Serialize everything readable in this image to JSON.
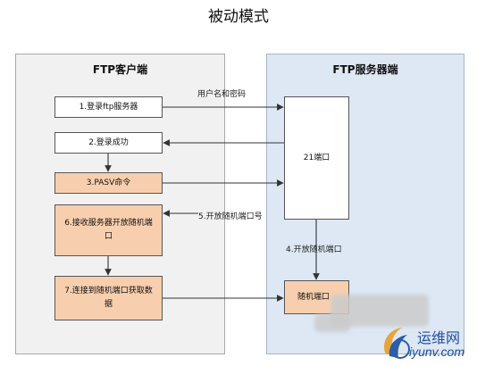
{
  "title": "被动模式",
  "client": {
    "title": "FTP客户端",
    "steps": [
      "1.登录ftp服务器",
      "2.登录成功",
      "3.PASV命令",
      "6.接收服务器开放随机端口",
      "7.连接到随机端口获取数据"
    ]
  },
  "server": {
    "title": "FTP服务器端",
    "port21": "21端口",
    "random_port": "随机端口"
  },
  "labels": {
    "username_password": "用户名和密码",
    "open_random_port_number": "5.开放随机端口号",
    "open_random_port": "4.开放随机端口"
  },
  "watermark": {
    "name": "运维网",
    "url": "iyunv.com"
  }
}
